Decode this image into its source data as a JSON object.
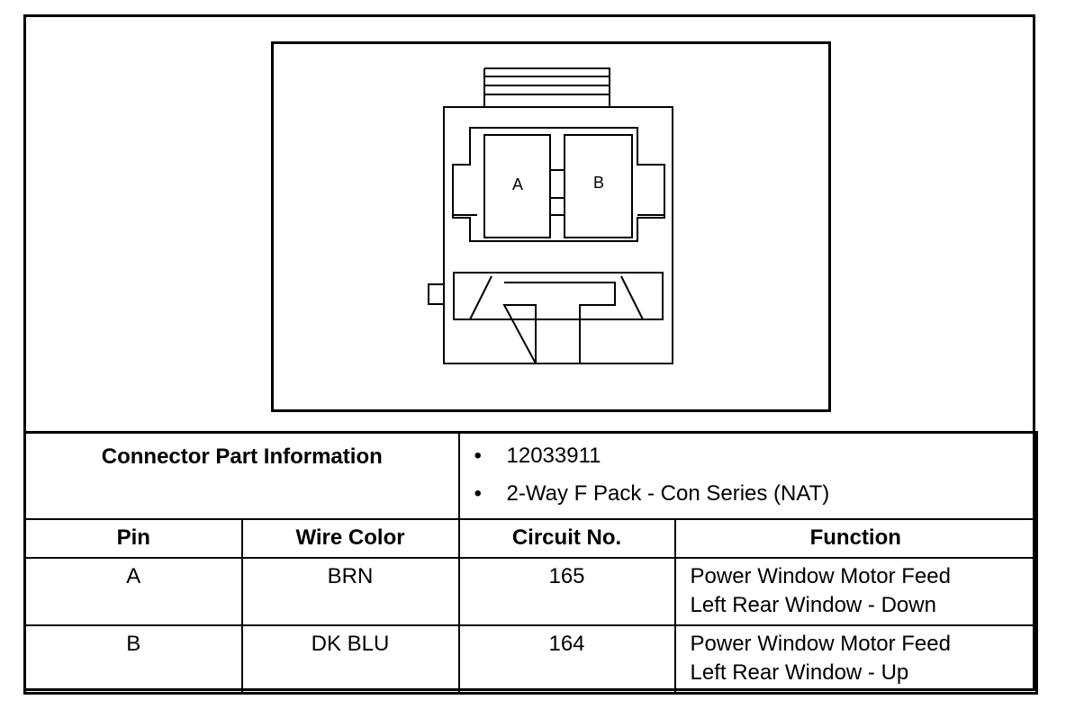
{
  "diagram": {
    "cavity_labels": [
      "A",
      "B"
    ]
  },
  "connector_part_information": {
    "label": "Connector Part Information",
    "items": [
      "12033911",
      "2-Way F Pack - Con Series (NAT)"
    ]
  },
  "pin_table": {
    "headers": {
      "pin": "Pin",
      "wire_color": "Wire Color",
      "circuit_no": "Circuit No.",
      "function": "Function"
    },
    "rows": [
      {
        "pin": "A",
        "wire_color": "BRN",
        "circuit_no": "165",
        "function_line1": "Power Window Motor Feed",
        "function_line2": "Left Rear Window - Down"
      },
      {
        "pin": "B",
        "wire_color": "DK BLU",
        "circuit_no": "164",
        "function_line1": "Power Window Motor Feed",
        "function_line2": "Left Rear Window - Up"
      }
    ]
  },
  "colors": {
    "ink": "#000000",
    "paper": "#ffffff"
  }
}
